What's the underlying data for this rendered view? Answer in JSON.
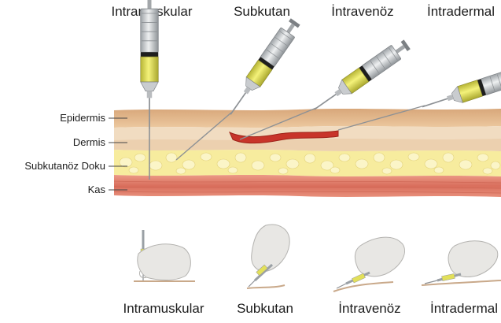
{
  "diagram": {
    "top_titles": {
      "intramuscular": "Intramuskular",
      "subcutaneous": "Subkutan",
      "intravenous": "İntravenöz",
      "intradermal": "İntradermal"
    },
    "layers": {
      "epidermis": "Epidermis",
      "dermis": "Dermis",
      "subcutaneous_tissue": "Subkutanöz Doku",
      "muscle": "Kas"
    },
    "bottom_titles": {
      "intramuscular": "Intramuskular",
      "subcutaneous": "Subkutan",
      "intravenous": "İntravenöz",
      "intradermal": "İntradermal"
    },
    "colors": {
      "epidermis": "#e2b88c",
      "dermis": "#f0d9bd",
      "fat": "#f6ec9c",
      "muscle": "#e0806c",
      "vein": "#c83428",
      "syringe_liquid": "#e2e05a",
      "syringe_body": "#d6d8da"
    }
  }
}
